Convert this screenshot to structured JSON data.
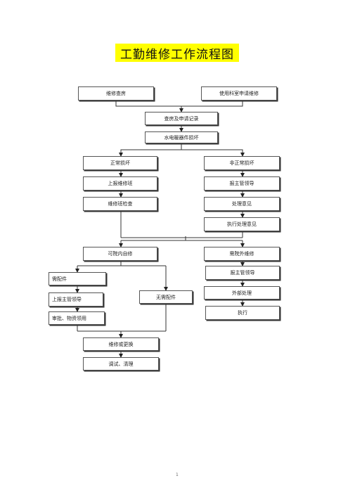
{
  "title": "工勤维修工作流程图",
  "nodes": {
    "room_check": "维修查房",
    "dept_request": "使用科室申请维修",
    "record": "查房及申请记录",
    "damage": "水电暖器件损坏",
    "normal_damage": "正常损坏",
    "abnormal_damage": "非正常损坏",
    "report_team": "上报维修班",
    "report_leader_right": "报主管领导",
    "team_check": "维修班检查",
    "handling_opinion": "处理意见",
    "execute_opinion": "执行处理意见",
    "self_repair": "可院内自修",
    "outside_repair": "需院外维修",
    "need_parts": "需配件",
    "report_leader_left": "上报主管领导",
    "approve_materials": "审批、物资领用",
    "no_parts": "无需配件",
    "report_leader_outside": "报主管领导",
    "external_handling": "外部处理",
    "execute": "执行",
    "repair_replace": "维修或更换",
    "debug_clean": "调试、清理"
  },
  "page_number": "1"
}
